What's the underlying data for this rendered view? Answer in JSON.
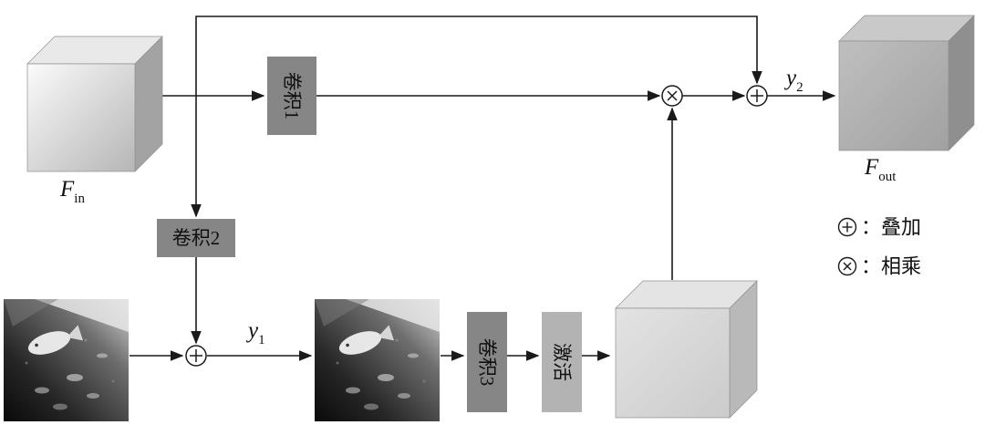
{
  "diagram": {
    "blocks": {
      "conv1": "卷积1",
      "conv2": "卷积2",
      "conv3": "卷积3",
      "activation": "激活"
    },
    "labels": {
      "f_in": {
        "main": "F",
        "sub": "in"
      },
      "f_out": {
        "main": "F",
        "sub": "out"
      },
      "y1": {
        "main": "y",
        "sub": "1"
      },
      "y2": {
        "main": "y",
        "sub": "2"
      }
    },
    "operators": {
      "add": "⊕",
      "multiply": "⊗"
    },
    "legend": [
      {
        "operator": "add",
        "label": "：叠加"
      },
      {
        "operator": "multiply",
        "label": "：相乘"
      }
    ]
  }
}
